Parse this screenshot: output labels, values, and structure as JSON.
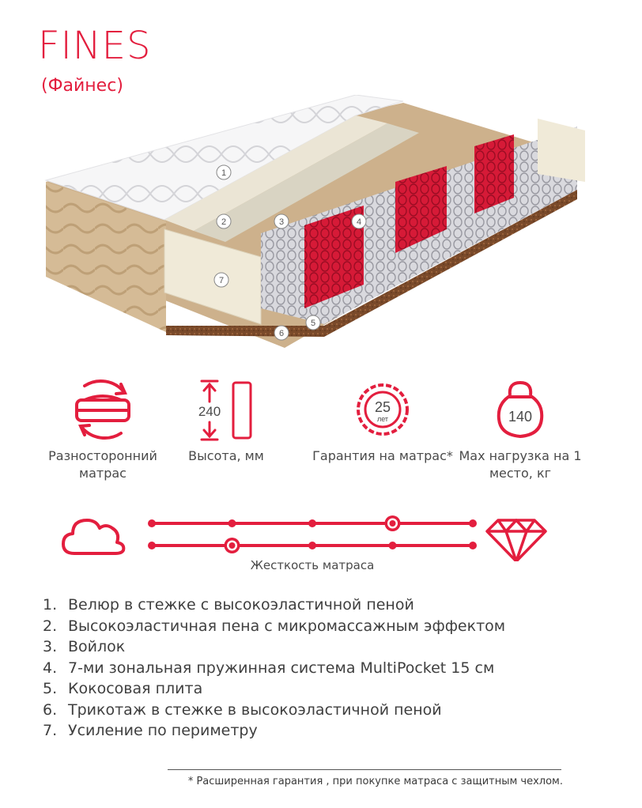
{
  "header": {
    "title": "FINES",
    "subtitle": "(Файнес)"
  },
  "layer_markers": [
    "1",
    "2",
    "3",
    "4",
    "5",
    "6",
    "7"
  ],
  "features": [
    {
      "icon": "two-sided-mattress-icon",
      "label": "Разносторонний матрас"
    },
    {
      "icon": "height-ruler-icon",
      "value": "240",
      "label": "Высота, мм"
    },
    {
      "icon": "warranty-seal-icon",
      "value": "25",
      "unit": "лет",
      "label": "Гарантия на матрас*"
    },
    {
      "icon": "kettlebell-icon",
      "value": "140",
      "label": "Max нагрузка на 1 место, кг"
    }
  ],
  "firmness": {
    "title": "Жесткость матраса",
    "soft_icon": "cloud-icon",
    "hard_icon": "diamond-icon",
    "scale_points": 5,
    "side_a_level_index": 3,
    "side_b_level_index": 1
  },
  "layers": [
    {
      "num": "1.",
      "text": "Велюр в стежке с высокоэластичной пеной"
    },
    {
      "num": "2.",
      "text": "Высокоэластичная пена с микромассажным эффектом"
    },
    {
      "num": "3.",
      "text": "Войлок"
    },
    {
      "num": "4.",
      "text": "7-ми зональная пружинная система MultiPocket 15 см"
    },
    {
      "num": "5.",
      "text": "Кокосовая плита"
    },
    {
      "num": "6.",
      "text": "Трикотаж в стежке в высокоэластичной пеной"
    },
    {
      "num": "7.",
      "text": "Усиление по периметру"
    }
  ],
  "footnote": "* Расширенная гарантия , при покупке матраса с защитным чехлом.",
  "colors": {
    "accent": "#e31e3e",
    "text": "#3f3f3f",
    "beige": "#cdb18c"
  }
}
